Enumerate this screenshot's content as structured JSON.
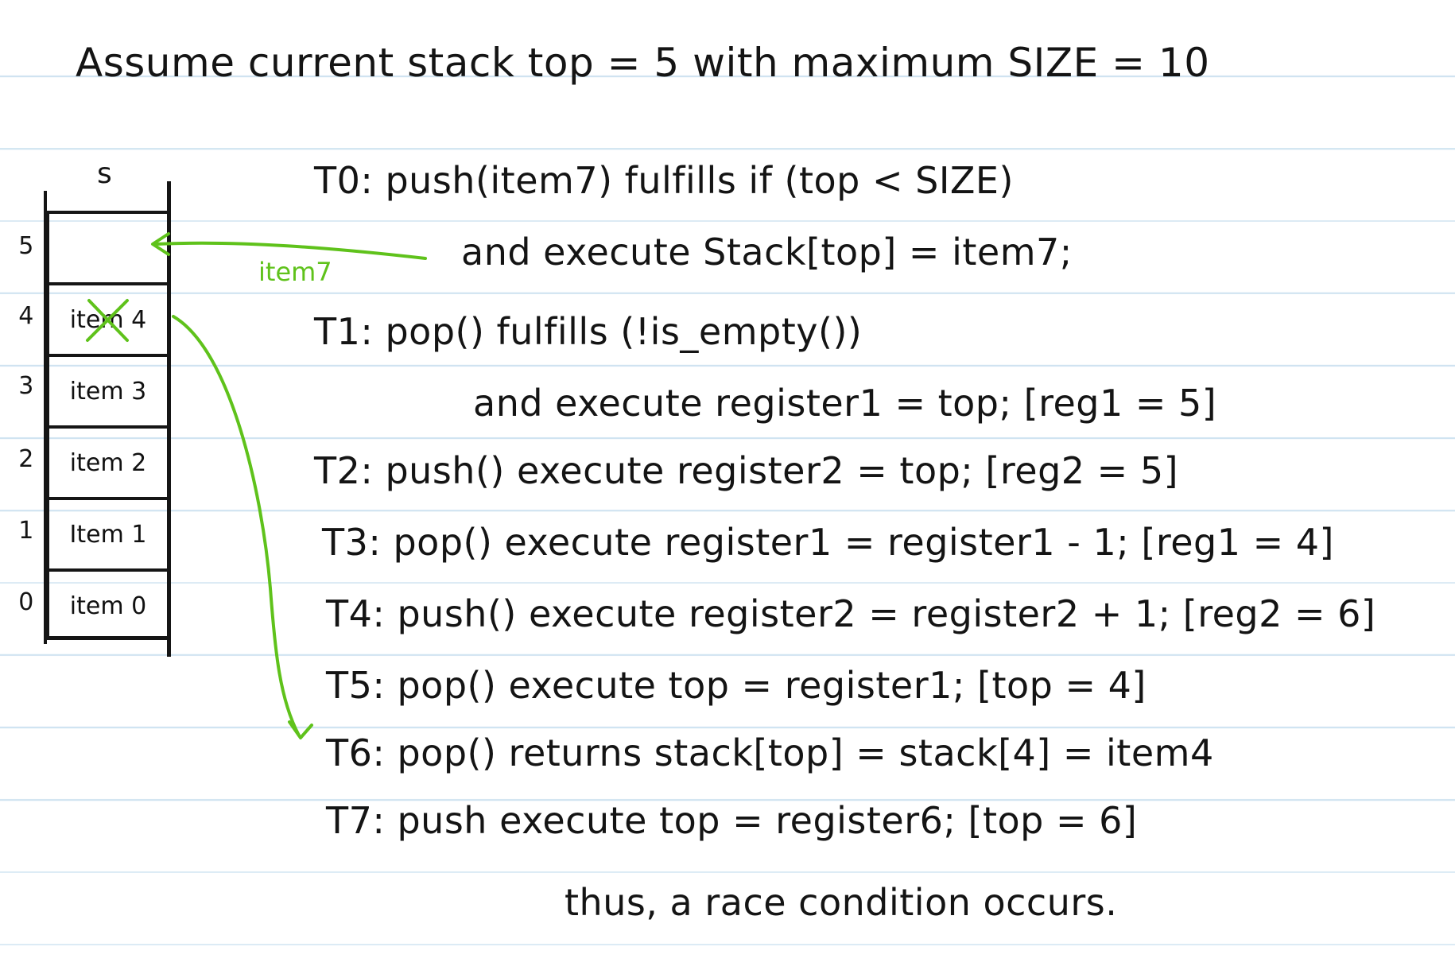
{
  "title": "Assume current stack top = 5 with maximum SIZE = 10",
  "stack": {
    "label": "s",
    "indices": [
      "5",
      "4",
      "3",
      "2",
      "1",
      "0"
    ],
    "slots": [
      "",
      "item 4",
      "item 3",
      "item 2",
      "Item 1",
      "item 0"
    ]
  },
  "annotations": {
    "arrow_label": "item7",
    "accent_color": "#5fc21b"
  },
  "lines": [
    "T0: push(item7) fulfills if (top < SIZE)",
    "and execute   Stack[top] = item7;",
    "T1: pop() fulfills (!is_empty())",
    "and execute register1 = top;     [reg1 = 5]",
    "T2: push() execute register2 = top;     [reg2 = 5]",
    "T3: pop() execute register1 = register1 - 1;  [reg1 = 4]",
    "T4: push() execute register2 = register2 + 1;  [reg2 = 6]",
    "T5: pop() execute top = register1;   [top = 4]",
    "T6: pop() returns stack[top] = stack[4] = item4",
    "T7: push execute top = register6;  [top = 6]"
  ],
  "conclusion": "thus, a race condition occurs."
}
